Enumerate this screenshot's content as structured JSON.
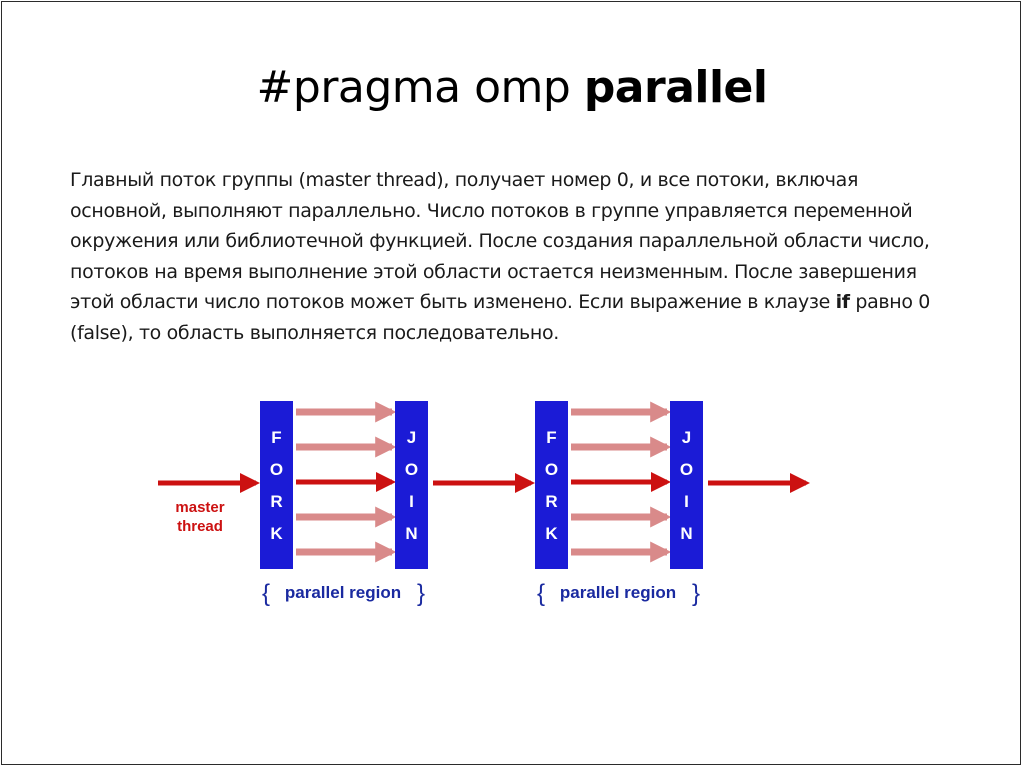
{
  "slide": {
    "title_plain": "#pragma omp ",
    "title_bold": "parallel",
    "paragraph_part1": "Главный поток группы (master thread), получает номер 0, и все потоки, включая основной, выполняют параллельно. Число потоков в группе управляется переменной окружения или библиотечной функцией. После создания параллельной области число, потоков на время выполнение этой области остается неизменным. После завершения этой области число потоков может быть изменено. Если выражение в клаузе ",
    "paragraph_keyword": "if",
    "paragraph_part2": " равно 0 (false), то область выполняется последовательно."
  },
  "diagram": {
    "master_label_line1": "master",
    "master_label_line2": "thread",
    "regions": [
      {
        "fork_letters": [
          "F",
          "O",
          "R",
          "K"
        ],
        "join_letters": [
          "J",
          "O",
          "I",
          "N"
        ],
        "region_label": "parallel region",
        "thread_count": 5
      },
      {
        "fork_letters": [
          "F",
          "O",
          "R",
          "K"
        ],
        "join_letters": [
          "J",
          "O",
          "I",
          "N"
        ],
        "region_label": "parallel region",
        "thread_count": 5
      }
    ],
    "colors": {
      "block": "#1b1bd6",
      "block_text": "#ffffff",
      "master_arrow": "#cc1111",
      "thread_arrow": "#d98a8a",
      "label_red": "#cc1111",
      "label_blue": "#1a2aa0"
    }
  }
}
